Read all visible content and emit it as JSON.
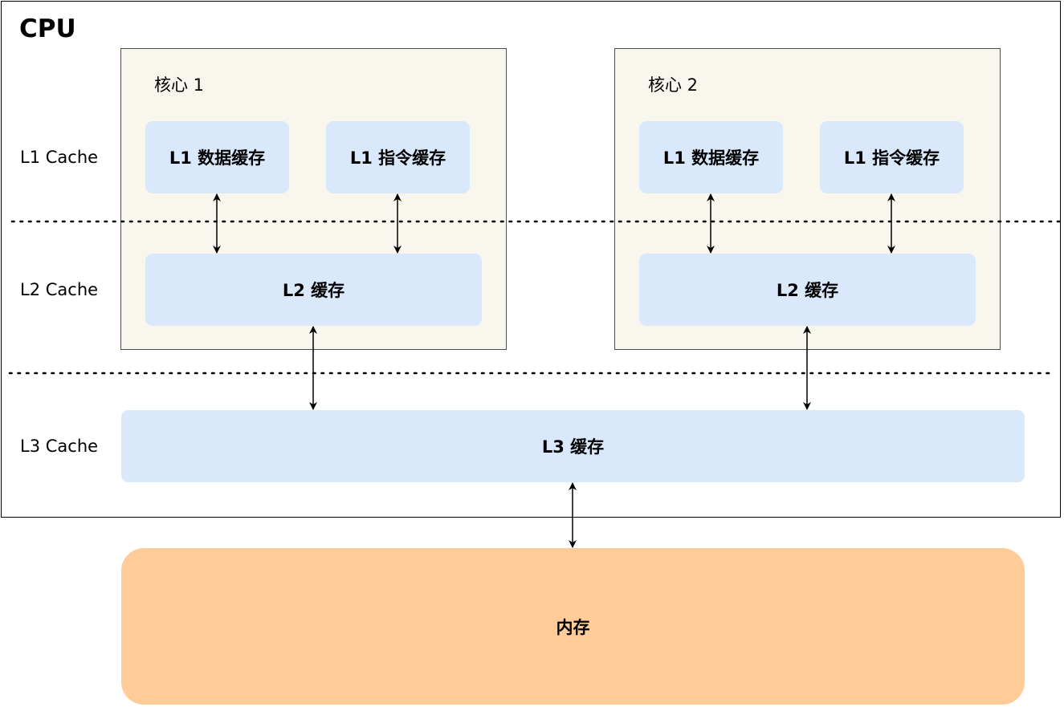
{
  "cpu": {
    "title": "CPU"
  },
  "levels": {
    "l1": "L1 Cache",
    "l2": "L2 Cache",
    "l3": "L3 Cache"
  },
  "cores": [
    {
      "title": "核心 1",
      "l1_data": "L1 数据缓存",
      "l1_instr": "L1 指令缓存",
      "l2": "L2 缓存"
    },
    {
      "title": "核心 2",
      "l1_data": "L1 数据缓存",
      "l1_instr": "L1 指令缓存",
      "l2": "L2 缓存"
    }
  ],
  "l3": {
    "label": "L3 缓存"
  },
  "memory": {
    "label": "内存"
  },
  "colors": {
    "core_fill": "#f9f7ed",
    "cache_fill": "#dae8fc",
    "memory_fill": "#ffcc99",
    "core_border": "#4d4d4d"
  }
}
